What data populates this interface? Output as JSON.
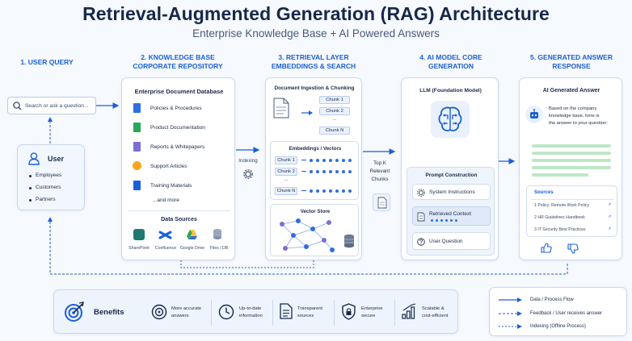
{
  "header": {
    "title": "Retrieval-Augmented Generation (RAG) Architecture",
    "subtitle": "Enterprise Knowledge Base + AI Powered Answers"
  },
  "columns": {
    "user_query": "1. USER QUERY",
    "knowledge_base": [
      "2. KNOWLEDGE BASE",
      "CORPORATE REPOSITORY"
    ],
    "retrieval": [
      "3. RETRIEVAL LAYER",
      "EMBEDDINGS & SEARCH"
    ],
    "ai_core": [
      "4. AI MODEL CORE",
      "GENERATION"
    ],
    "answer": [
      "5. GENERATED ANSWER",
      "RESPONSE"
    ]
  },
  "search": {
    "placeholder": "Search or ask a question..."
  },
  "user": {
    "title": "User",
    "items": [
      "Employees",
      "Customers",
      "Partners"
    ]
  },
  "knowledge": {
    "title": "Enterprise Document Database",
    "docs": [
      "Policies & Procedures",
      "Product Documentation",
      "Reports & Whitepapers",
      "Support Articles",
      "Training Materials"
    ],
    "more": "...and more",
    "sources_title": "Data Sources",
    "sources": [
      "SharePoint",
      "Confluence",
      "Google Drive",
      "Files / DB"
    ]
  },
  "indexing_label": "Indexing",
  "retrieval": {
    "ingest_title": "Document Ingestion & Chunking",
    "chunks": [
      "Chunk 1",
      "Chunk 2",
      "...",
      "Chunk N"
    ],
    "embed_title": "Embeddings / Vectors",
    "embed_chunks": [
      "Chunk 1",
      "Chunk 2",
      "...",
      "Chunk N"
    ],
    "vector_title": "Vector Store"
  },
  "topk_label": [
    "Top K",
    "Relevant",
    "Chunks"
  ],
  "ai": {
    "llm_title": "LLM (Foundation Model)",
    "prompt_title": "Prompt Construction",
    "prompt_items": [
      "System Instructions",
      "Retrieved Context",
      "User Question"
    ]
  },
  "answer": {
    "title": "AI Generated Answer",
    "message": [
      "Based on the company",
      "knowledge base, here is",
      "the answer to your question:"
    ],
    "sources_title": "Sources",
    "sources": [
      "1  Policy: Remote Work Policy",
      "2  HR Guidelines Handbook",
      "3  IT Security Best Practices"
    ]
  },
  "benefits": {
    "title": "Benefits",
    "items": [
      [
        "More accurate",
        "answers"
      ],
      [
        "Up-to-date",
        "information"
      ],
      [
        "Transparent",
        "sources"
      ],
      [
        "Enterprise",
        "secure"
      ],
      [
        "Scalable &",
        "cost-efficient"
      ]
    ]
  },
  "legend": {
    "items": [
      "Data / Process Flow",
      "Feedback / User receives answer",
      "Indexing (Offline Process)"
    ]
  },
  "colors": {
    "primary": "#1a5fd6",
    "navy": "#16284a",
    "doc_green": "#27a85a",
    "doc_purple": "#7b6fd6",
    "doc_orange": "#f5a623",
    "answer_green": "#bde7c7"
  }
}
